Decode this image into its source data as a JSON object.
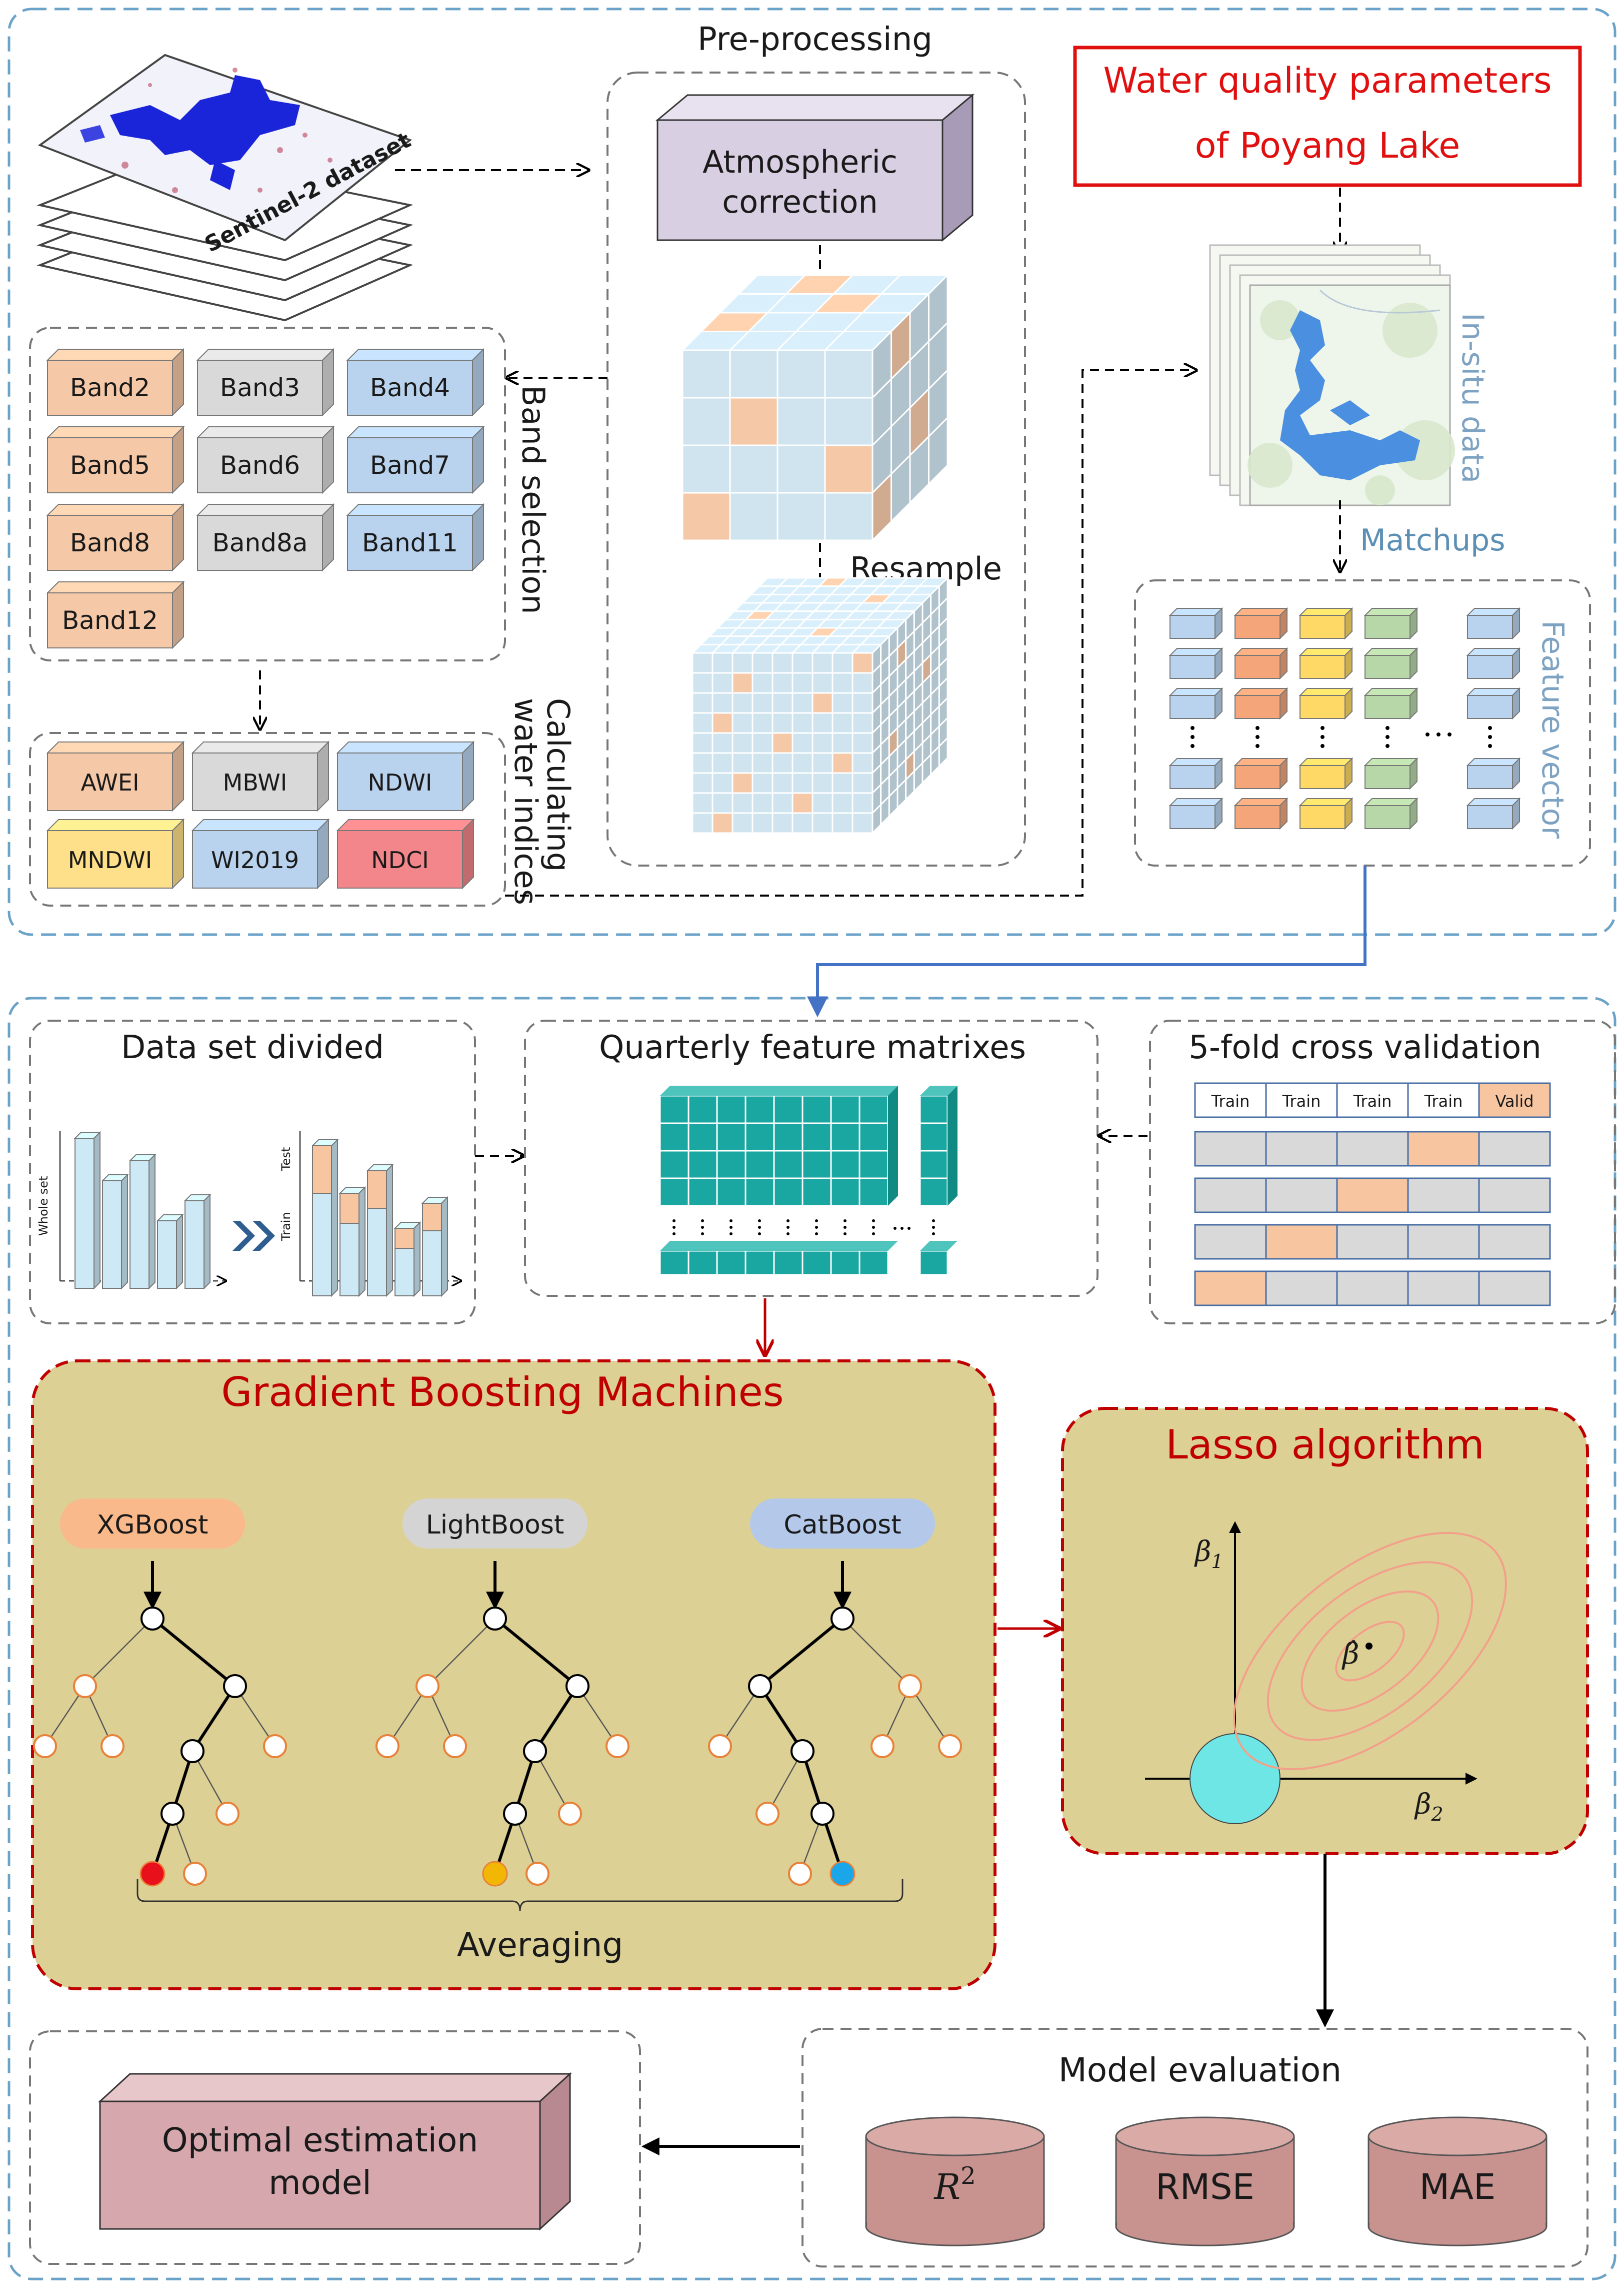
{
  "top_section": {
    "satellite_label": "Sentinel-2 dataset",
    "preprocessing_title": "Pre-processing",
    "atmospheric_label_1": "Atmospheric",
    "atmospheric_label_2": "correction",
    "resample_label": "Resample",
    "water_quality_line1": "Water quality parameters",
    "water_quality_line2": "of Poyang Lake",
    "insitu_label": "In-situ data",
    "matchups_label": "Matchups",
    "feature_vector_label": "Feature vector",
    "band_selection_label": "Band selection",
    "water_indices_line1": "Calculating",
    "water_indices_line2": "water indices",
    "bands": [
      {
        "name": "Band2",
        "color": "#f5c9a8"
      },
      {
        "name": "Band3",
        "color": "#d9d9d9"
      },
      {
        "name": "Band4",
        "color": "#b9d3ee"
      },
      {
        "name": "Band5",
        "color": "#f5c9a8"
      },
      {
        "name": "Band6",
        "color": "#d9d9d9"
      },
      {
        "name": "Band7",
        "color": "#b9d3ee"
      },
      {
        "name": "Band8",
        "color": "#f5c9a8"
      },
      {
        "name": "Band8a",
        "color": "#d9d9d9"
      },
      {
        "name": "Band11",
        "color": "#b9d3ee"
      },
      {
        "name": "Band12",
        "color": "#f5c9a8"
      }
    ],
    "indices": [
      {
        "name": "AWEI",
        "color": "#f5c9a8"
      },
      {
        "name": "MBWI",
        "color": "#d9d9d9"
      },
      {
        "name": "NDWI",
        "color": "#b9d3ee"
      },
      {
        "name": "MNDWI",
        "color": "#ffe08a"
      },
      {
        "name": "WI2019",
        "color": "#b9d3ee"
      },
      {
        "name": "NDCI",
        "color": "#f2868a"
      }
    ]
  },
  "middle_section": {
    "dataset_divided_title": "Data set divided",
    "whole_set_label": "Whole set",
    "test_label": "Test",
    "train_label": "Train",
    "quarterly_title": "Quarterly feature matrixes",
    "cv_title": "5-fold cross validation",
    "cv_header": [
      "Train",
      "Train",
      "Train",
      "Train",
      "Valid"
    ]
  },
  "gbm": {
    "title": "Gradient Boosting Machines",
    "models": [
      {
        "name": "XGBoost",
        "color": "#f9b98a",
        "leaf_color": "#e8101a"
      },
      {
        "name": "LightBoost",
        "color": "#d4d4d4",
        "leaf_color": "#f2b705"
      },
      {
        "name": "CatBoost",
        "color": "#b4c8ea",
        "leaf_color": "#1aa6e8"
      }
    ],
    "averaging_label": "Averaging"
  },
  "lasso": {
    "title": "Lasso algorithm",
    "beta1": "β",
    "beta1_sub": "1",
    "beta2": "β",
    "beta2_sub": "2",
    "beta_hat": "β̂"
  },
  "bottom": {
    "optimal_line1": "Optimal estimation",
    "optimal_line2": "model",
    "evaluation_title": "Model evaluation",
    "metrics": [
      {
        "name": "R",
        "sup": "2"
      },
      {
        "name": "RMSE",
        "sup": ""
      },
      {
        "name": "MAE",
        "sup": ""
      }
    ]
  },
  "colors": {
    "teal": "#1aa7a1",
    "panel_fill": "#dcd095",
    "red_text": "#c00000",
    "blue_dash": "#6aa2c8",
    "cube_orange": "#f5c9a8",
    "cube_blue": "#cfe4ef",
    "cylinder": "#c8928f",
    "box_pink": "#d6a8ad"
  }
}
